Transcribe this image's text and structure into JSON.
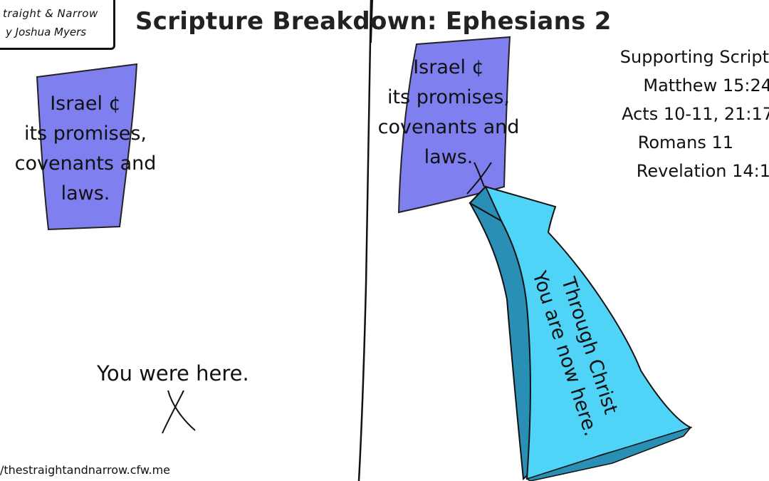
{
  "comic_tag": {
    "line1": "traight & Narrow",
    "line2": "y Joshua Myers"
  },
  "title": "Scripture Breakdown: Ephesians 2",
  "left_panel": {
    "block_lines": [
      "Israel ¢",
      "its promises,",
      "covenants and",
      "laws."
    ],
    "here_text": "You were here."
  },
  "right_panel": {
    "block_lines": [
      "Israel ¢",
      "its promises,",
      "covenants and",
      "laws."
    ],
    "arrow_lines": [
      "Through Christ",
      "You are now here."
    ]
  },
  "supporting": {
    "lines": [
      "Supporting Script",
      "Matthew 15:24",
      "Acts 10-11, 21:17",
      "Romans 11",
      "Revelation 14:1"
    ]
  },
  "footer_url": "/thestraightandnarrow.cfw.me",
  "colors": {
    "block_fill": "#7f7ff0",
    "arrow_fill": "#4fd3f7",
    "arrow_shade": "#2a8fb5",
    "ink": "#111111"
  }
}
